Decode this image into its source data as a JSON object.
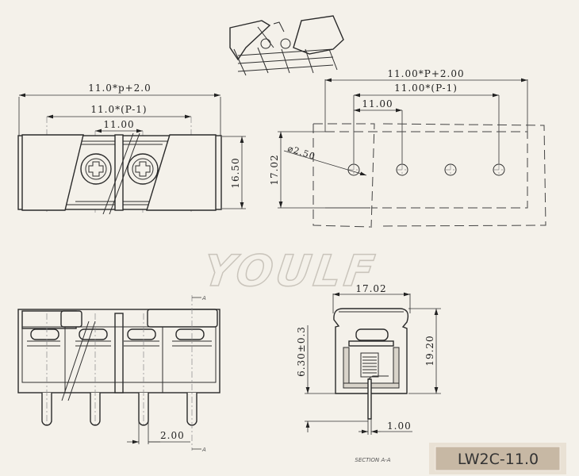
{
  "logo": {
    "text": "YOULF"
  },
  "top_view": {
    "overall_dim": "11.0*p+2.0",
    "pitch_span_dim": "11.0*(P-1)",
    "pitch_dim": "11.00",
    "height_dim": "16.50"
  },
  "pcb_view": {
    "overall_dim": "11.00*P+2.00",
    "pitch_span_dim": "11.00*(P-1)",
    "pitch_dim": "11.00",
    "depth_dim": "17.02",
    "hole_dim": "⌀2.50"
  },
  "side_view": {
    "pin_dim": "2.00",
    "section_mark": "A"
  },
  "section_view": {
    "width_dim": "17.02",
    "height_dim": "19.20",
    "pin_length_dim": "6.30±0.3",
    "pin_width_dim": "1.00",
    "caption": "SECTION A-A"
  },
  "part_label": {
    "text": "LW2C-11.0"
  },
  "colors": {
    "background": "#f4f1ea",
    "label_fill": "#c7b8a4",
    "line": "#2f2f2f"
  }
}
